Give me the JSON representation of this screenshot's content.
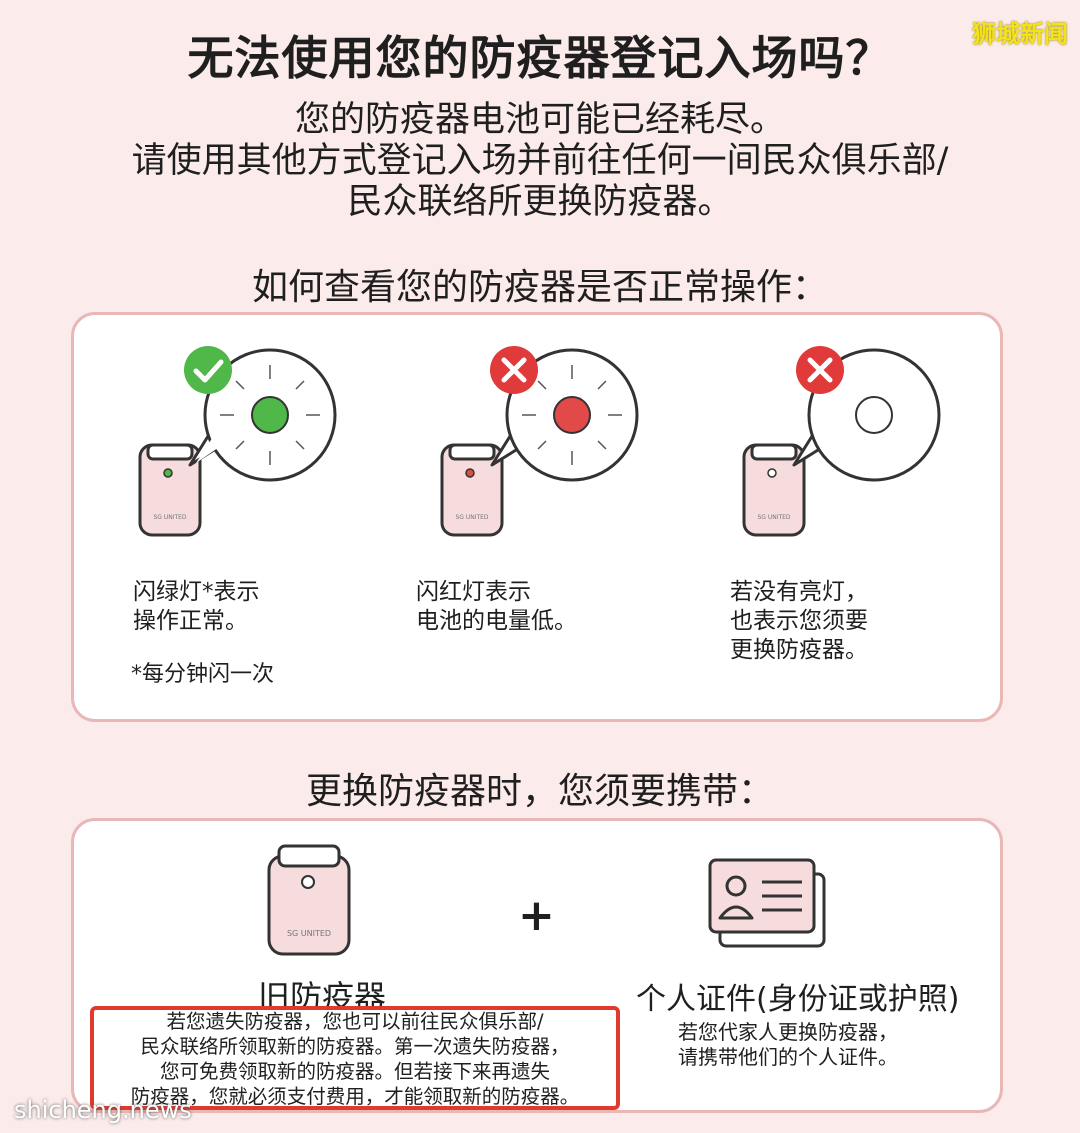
{
  "title": "无法使用您的防疫器登记入场吗？",
  "intro": {
    "line1": "您的防疫器电池可能已经耗尽。",
    "line2": "请使用其他方式登记入场并前往任何一间民众俱乐部/",
    "line3": "民众联络所更换防疫器。"
  },
  "section1": {
    "heading": "如何查看您的防疫器是否正常操作：",
    "items": [
      {
        "status": "check",
        "light": "green",
        "caption1": "闪绿灯*表示",
        "caption2": "操作正常。",
        "caption3": ""
      },
      {
        "status": "cross",
        "light": "red",
        "caption1": "闪红灯表示",
        "caption2": "电池的电量低。",
        "caption3": ""
      },
      {
        "status": "cross",
        "light": "off",
        "caption1": "若没有亮灯，",
        "caption2": "也表示您须要",
        "caption3": "更换防疫器。"
      }
    ],
    "footnote": "*每分钟闪一次"
  },
  "section2": {
    "heading": "更换防疫器时，您须要携带：",
    "plus": "+",
    "old_label": "旧防疫器",
    "id_label": "个人证件(身份证或护照)",
    "id_note1": "若您代家人更换防疫器，",
    "id_note2": "请携带他们的个人证件。",
    "lost_note": {
      "line1": "若您遗失防疫器，您也可以前往民众俱乐部/",
      "line2": "民众联络所领取新的防疫器。第一次遗失防疫器，",
      "line3": "您可免费领取新的防疫器。但若接下来再遗失",
      "line4": "防疫器，您就必须支付费用，才能领取新的防疫器。"
    }
  },
  "device_brand": "SG UNITED",
  "watermarks": {
    "top": "狮城新闻",
    "bottom": "shicheng.news"
  },
  "colors": {
    "background": "#fbeceb",
    "card_border": "#e9b7b6",
    "green": "#4fb848",
    "red": "#e24a4a",
    "alert": "#e03a2f"
  }
}
